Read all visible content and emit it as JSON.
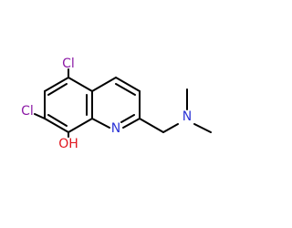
{
  "molecule": {
    "atoms": {
      "cl_top": {
        "text": "Cl"
      },
      "cl_left": {
        "text": "Cl"
      },
      "hydroxyl": {
        "text": "OH"
      },
      "ring_nitrogen": {
        "text": "N"
      },
      "amine_nitrogen": {
        "text": "N"
      }
    },
    "colors": {
      "chlorine": "#8c1aa6",
      "oxygen": "#e0161e",
      "nitrogen": "#2b33d6",
      "bond": "#000000"
    }
  }
}
